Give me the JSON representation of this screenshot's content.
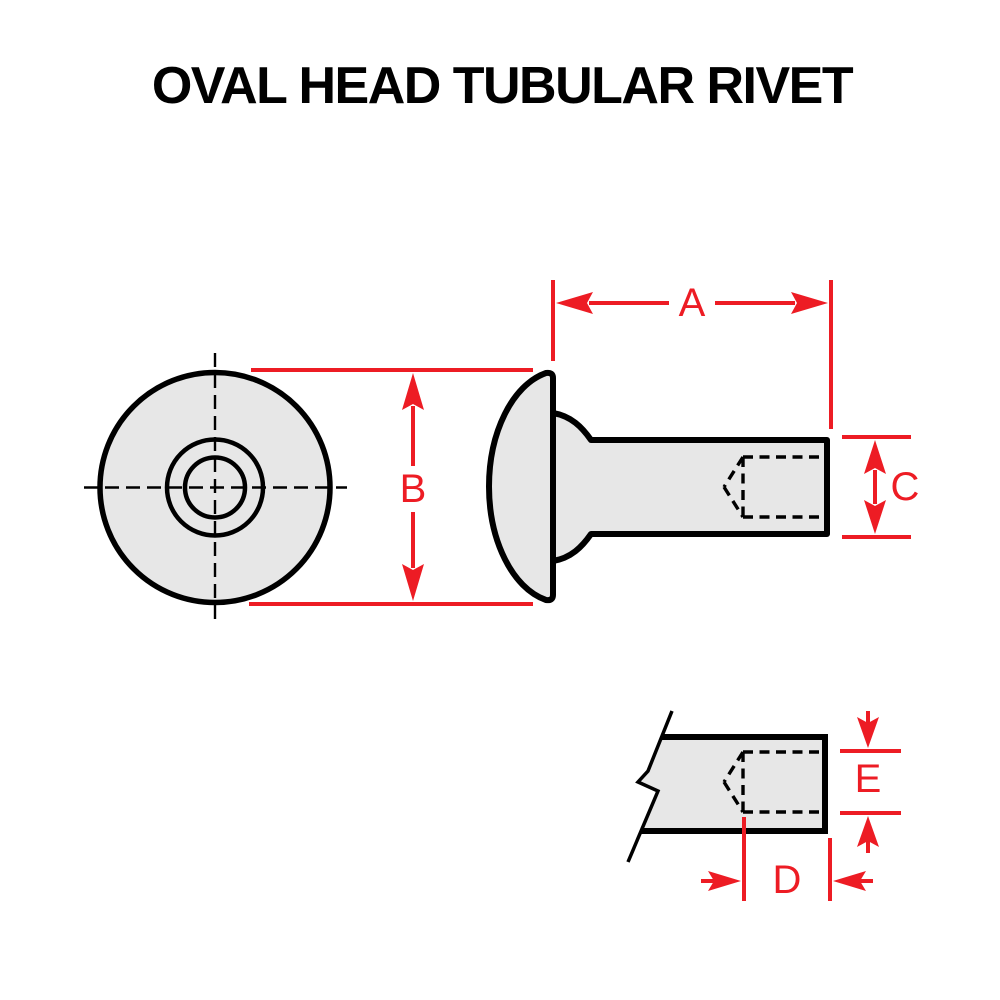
{
  "title": "OVAL HEAD TUBULAR RIVET",
  "colors": {
    "dimension_red": "#ED1C24",
    "outline_black": "#000000",
    "part_fill_gray": "#E7E7E7",
    "background_white": "#FFFFFF"
  },
  "dimensions": {
    "a": {
      "label": "A"
    },
    "b": {
      "label": "B"
    },
    "c": {
      "label": "C"
    },
    "d": {
      "label": "D"
    },
    "e": {
      "label": "E"
    }
  }
}
